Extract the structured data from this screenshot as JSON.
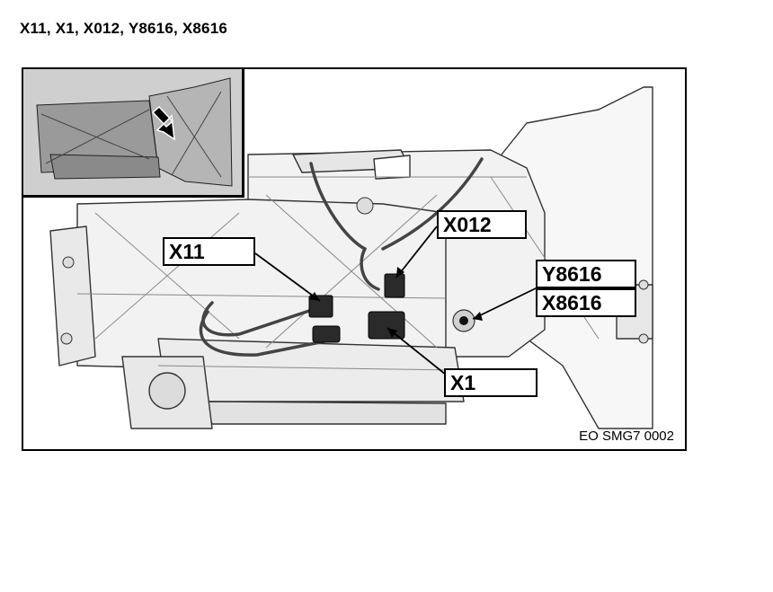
{
  "title": "X11, X1, X012, Y8616, X8616",
  "figure": {
    "reference": "EO SMG7 0002",
    "callouts": {
      "x11": "X11",
      "x012": "X012",
      "y8616": "Y8616",
      "x8616": "X8616",
      "x1": "X1"
    },
    "inset_icon": "arrow-pointer-icon"
  }
}
